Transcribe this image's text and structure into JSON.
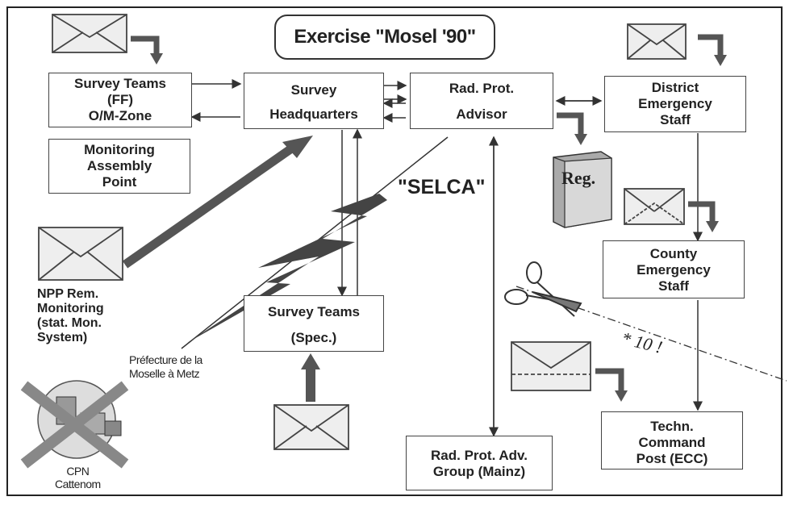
{
  "title": "Exercise \"Mosel '90\"",
  "boxes": {
    "survey_teams_ff": [
      "Survey Teams",
      "(FF)",
      "O/M-Zone"
    ],
    "monitoring_point": [
      "Monitoring",
      "Assembly",
      "Point"
    ],
    "survey_hq": [
      "Survey",
      "Headquarters"
    ],
    "rad_prot_advisor": [
      "Rad. Prot.",
      "Advisor"
    ],
    "district_staff": [
      "District",
      "Emergency",
      "Staff"
    ],
    "county_staff": [
      "County",
      "Emergency",
      "Staff"
    ],
    "survey_teams_spec": [
      "Survey Teams",
      "(Spec.)"
    ],
    "rad_prot_group": [
      "Rad. Prot. Adv.",
      "Group (Mainz)"
    ],
    "techn_command": [
      "Techn.",
      "Command",
      "Post (ECC)"
    ]
  },
  "labels": {
    "selca": "\"SELCA\"",
    "reg": "Reg.",
    "npp": [
      "NPP Rem.",
      "Monitoring",
      "(stat. Mon.",
      "System)"
    ],
    "prefecture": [
      "Préfecture de la",
      "Moselle à Metz"
    ],
    "cpn": [
      "CPN",
      "Cattenom"
    ],
    "times_ten": "* 10 !"
  },
  "icons": [
    "envelope-icon",
    "book-icon",
    "scissors-icon",
    "lightning-icon",
    "power-plant-icon"
  ]
}
